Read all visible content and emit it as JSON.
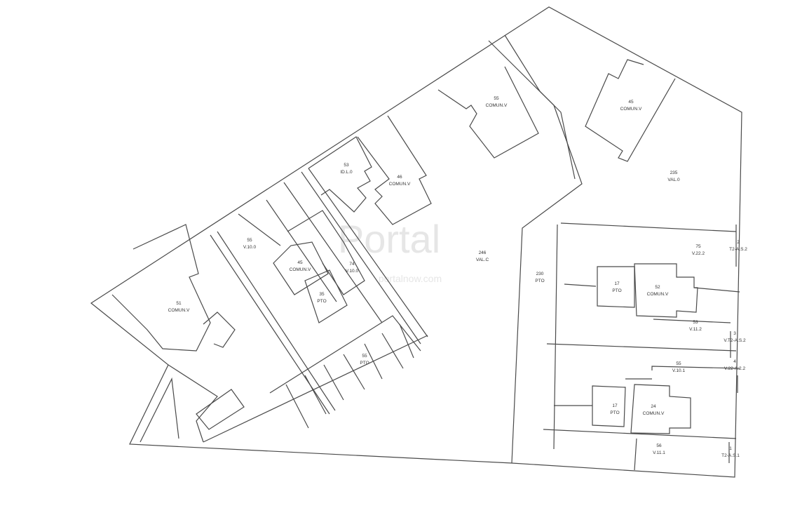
{
  "plan": {
    "watermark": {
      "brand": "Portal",
      "site": "portalnow.com"
    },
    "parcels": [
      {
        "num": "55",
        "use": "COMUN.V"
      },
      {
        "num": "53",
        "use": "ID.L.0"
      },
      {
        "num": "46",
        "use": "COMUN.V"
      },
      {
        "num": "246",
        "use": "VAL.C"
      },
      {
        "num": "45",
        "use": "COMUN.V"
      },
      {
        "num": "235",
        "use": "VAL.0"
      },
      {
        "num": "230",
        "use": "PTO"
      },
      {
        "num": "75",
        "use": "V.22.2"
      },
      {
        "num": "2",
        "use": "T2-A.S.2"
      },
      {
        "num": "17",
        "use": "PTO"
      },
      {
        "num": "52",
        "use": "COMUN.V"
      },
      {
        "num": "53",
        "use": "V.11.2"
      },
      {
        "num": "3",
        "use": "V.T2-A.S.2"
      },
      {
        "num": "55",
        "use": "V.10.1"
      },
      {
        "num": "4",
        "use": "V.22-A.2.2"
      },
      {
        "num": "17",
        "use": "PTO"
      },
      {
        "num": "24",
        "use": "COMUN.V"
      },
      {
        "num": "56",
        "use": "V.11.1"
      },
      {
        "num": "1",
        "use": "T2-A.S.1"
      },
      {
        "num": "51",
        "use": "COMUN.V"
      },
      {
        "num": "55",
        "use": "V.10.0"
      },
      {
        "num": "45",
        "use": "COMUN.V"
      },
      {
        "num": "74",
        "use": "V.10.0"
      },
      {
        "num": "35",
        "use": "PTO"
      },
      {
        "num": "55",
        "use": "PTO"
      }
    ]
  }
}
